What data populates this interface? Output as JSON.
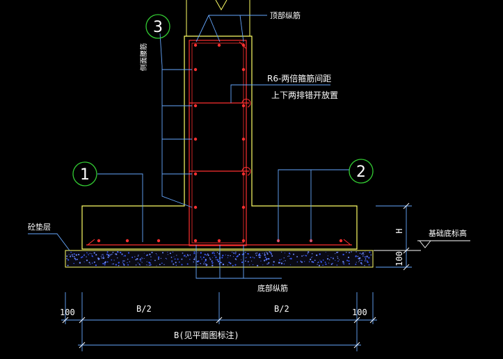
{
  "colors": {
    "background": "#000000",
    "concrete_outline": "#ffff66",
    "rebar": "#ff3030",
    "leader": "#66a8ff",
    "callout_circle": "#33cc33",
    "label": "#ffffff",
    "cushion_fill": "#0a0a14"
  },
  "labels": {
    "top_rebar": "顶部纵筋",
    "stirrup_note_1": "R6-两倍箍筋间距",
    "stirrup_note_2": "上下两排错开放置",
    "side_rebar": "侧面腰筋",
    "cushion": "砼垫层",
    "bottom_elevation": "基础底标高",
    "bottom_rebar": "底部纵筋",
    "height_dim": "H",
    "cushion_thickness": "100"
  },
  "callouts": [
    "1",
    "2",
    "3"
  ],
  "dimensions": {
    "left_edge": "100",
    "left_half": "B/2",
    "right_half": "B/2",
    "right_edge": "100",
    "total": "B(见平面图标注)"
  }
}
